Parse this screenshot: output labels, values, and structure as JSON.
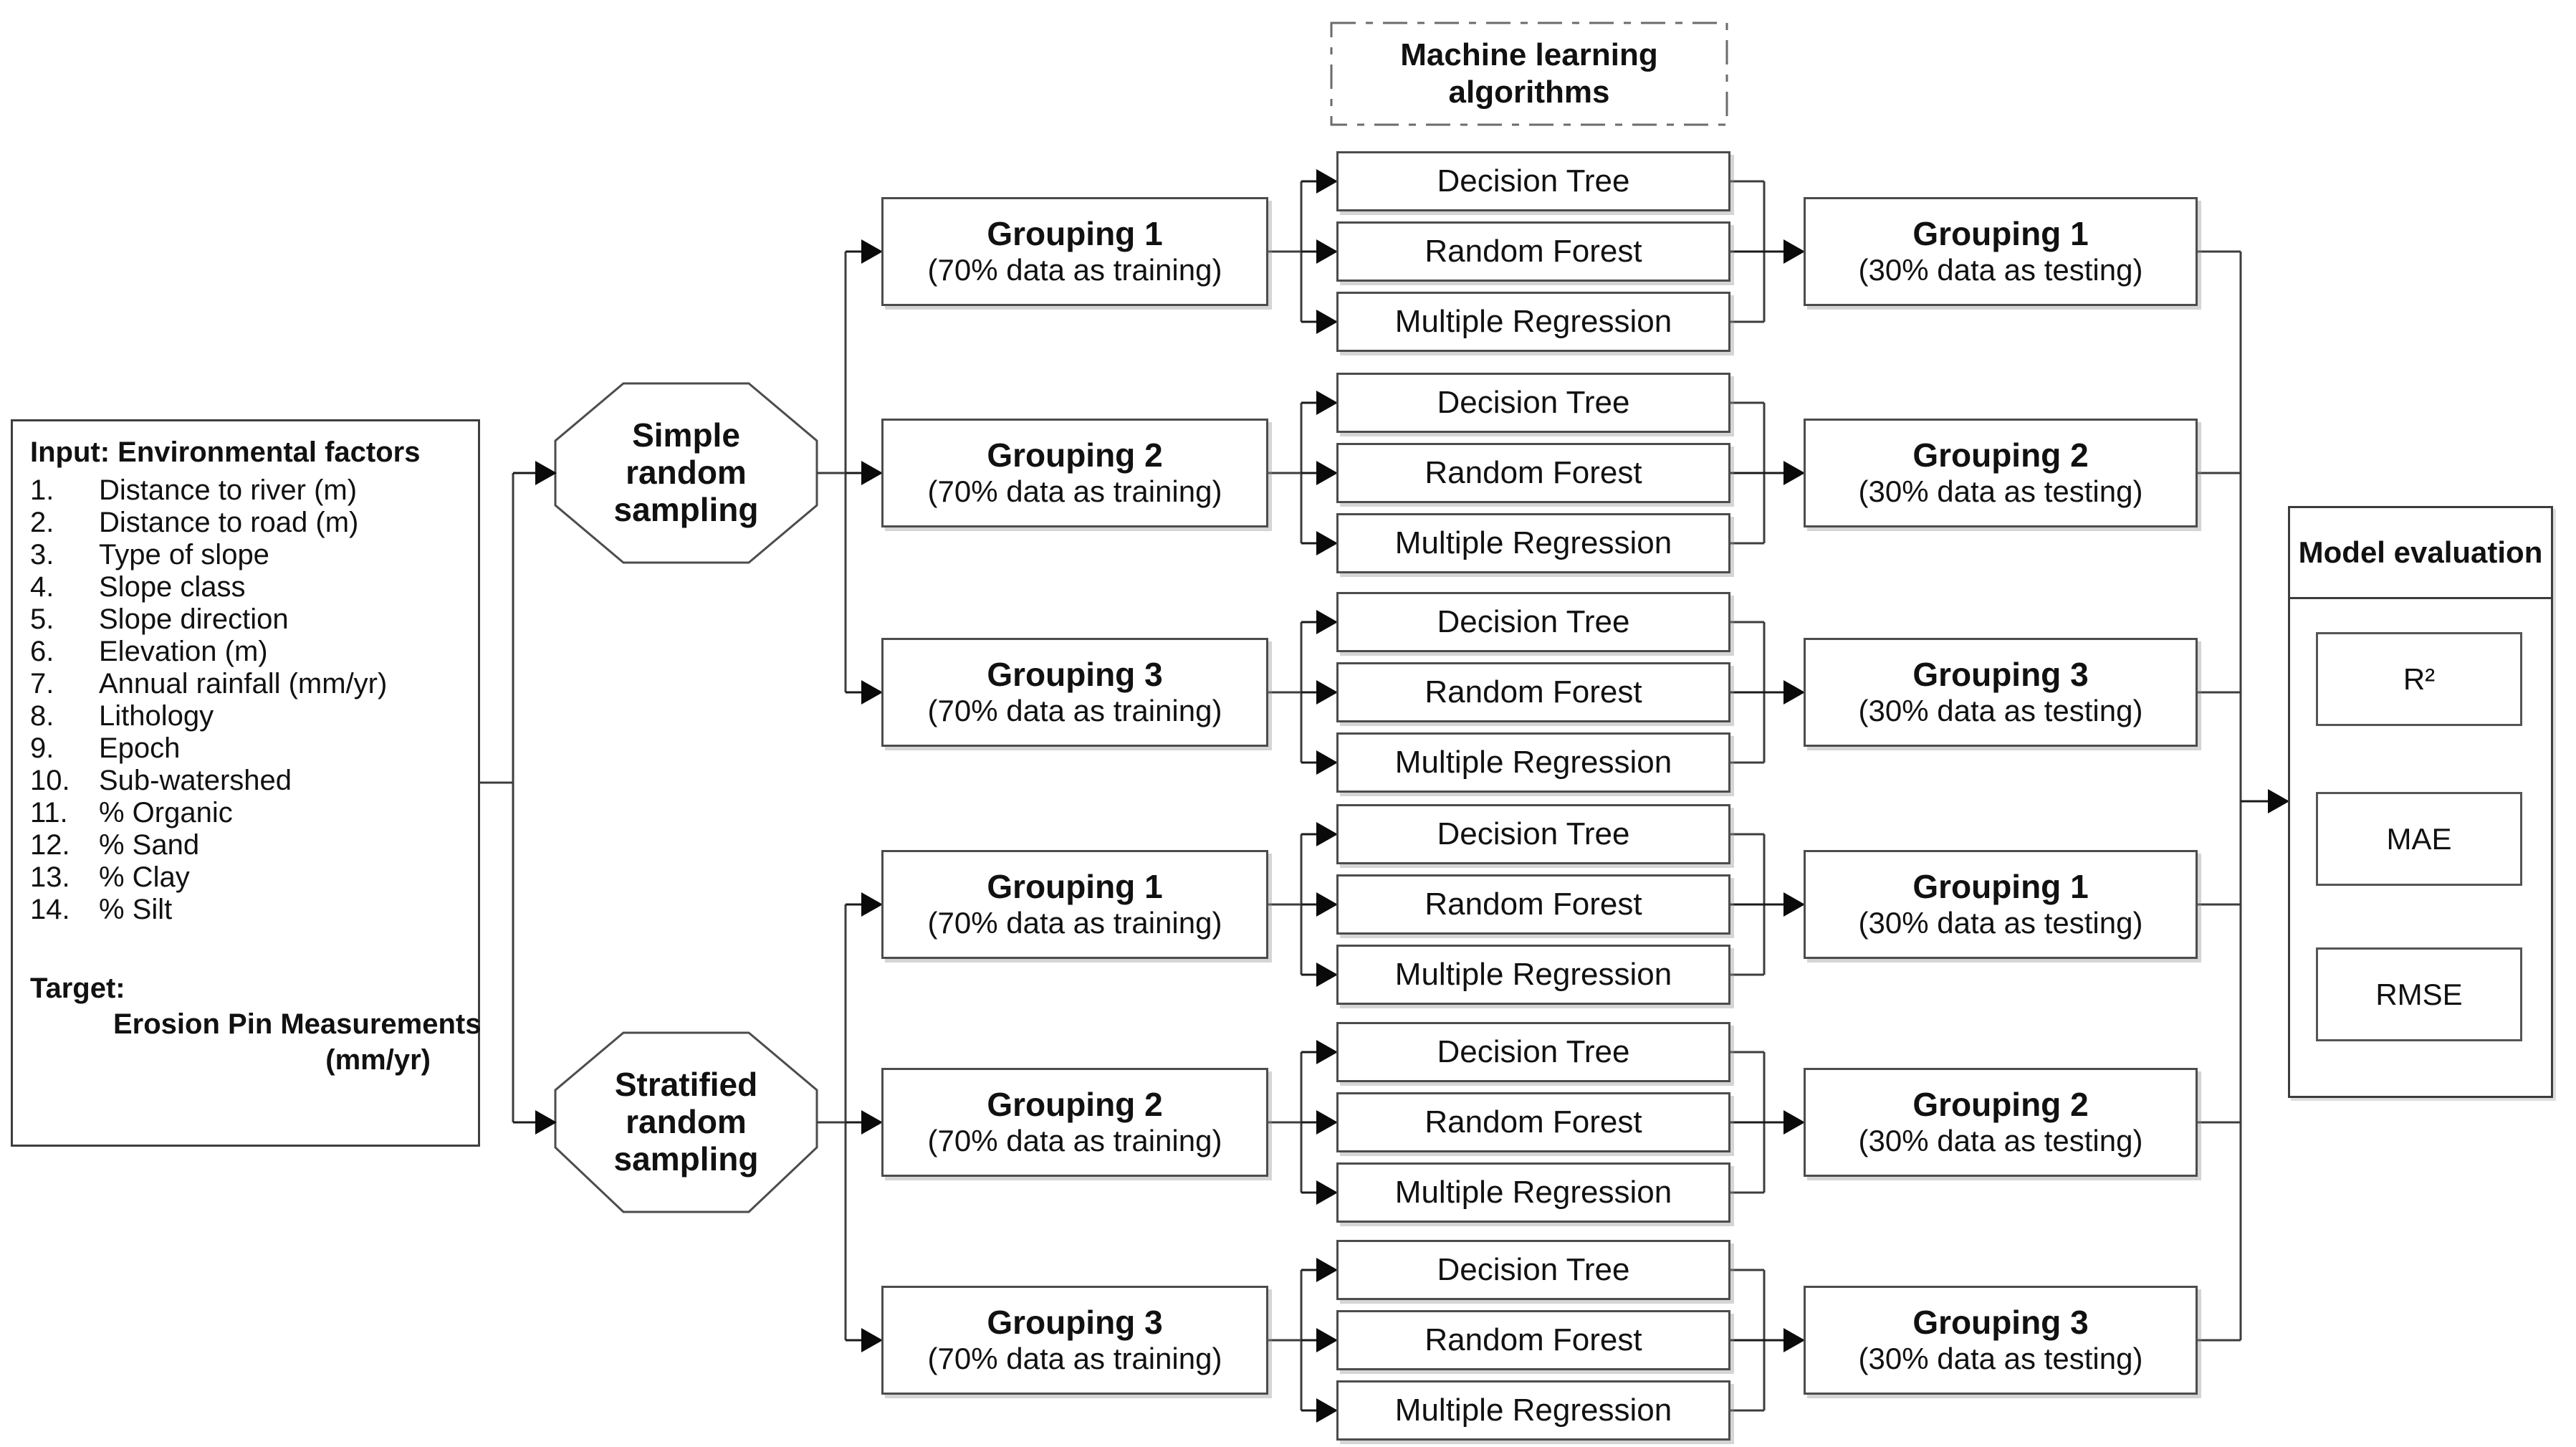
{
  "input_box": {
    "title": "Input: Environmental factors",
    "items": [
      {
        "num": "1.",
        "label": "Distance to river (m)"
      },
      {
        "num": "2.",
        "label": "Distance to road (m)"
      },
      {
        "num": "3.",
        "label": "Type of slope"
      },
      {
        "num": "4.",
        "label": "Slope class"
      },
      {
        "num": "5.",
        "label": "Slope direction"
      },
      {
        "num": "6.",
        "label": "Elevation (m)"
      },
      {
        "num": "7.",
        "label": "Annual rainfall (mm/yr)"
      },
      {
        "num": "8.",
        "label": "Lithology"
      },
      {
        "num": "9.",
        "label": "Epoch"
      },
      {
        "num": "10.",
        "label": "Sub-watershed"
      },
      {
        "num": "11.",
        "label": "% Organic"
      },
      {
        "num": "12.",
        "label": "% Sand"
      },
      {
        "num": "13.",
        "label": "% Clay"
      },
      {
        "num": "14.",
        "label": "% Silt"
      }
    ],
    "target_label": "Target:",
    "target_line1": "Erosion Pin Measurements",
    "target_line2": "(mm/yr)"
  },
  "sampling_octagons": [
    {
      "lines": [
        "Simple",
        "random",
        "sampling"
      ]
    },
    {
      "lines": [
        "Stratified",
        "random",
        "sampling"
      ]
    }
  ],
  "ml_header": {
    "lines": [
      "Machine learning",
      "algorithms"
    ]
  },
  "rows": [
    {
      "g70_title": "Grouping 1",
      "g70_sub": "(70% data as training)",
      "ml": [
        "Decision Tree",
        "Random Forest",
        "Multiple Regression"
      ],
      "g30_title": "Grouping 1",
      "g30_sub": "(30% data as testing)"
    },
    {
      "g70_title": "Grouping 2",
      "g70_sub": "(70% data as training)",
      "ml": [
        "Decision Tree",
        "Random Forest",
        "Multiple Regression"
      ],
      "g30_title": "Grouping 2",
      "g30_sub": "(30% data as testing)"
    },
    {
      "g70_title": "Grouping 3",
      "g70_sub": "(70% data as training)",
      "ml": [
        "Decision Tree",
        "Random Forest",
        "Multiple Regression"
      ],
      "g30_title": "Grouping 3",
      "g30_sub": "(30% data as testing)"
    },
    {
      "g70_title": "Grouping 1",
      "g70_sub": "(70% data as training)",
      "ml": [
        "Decision Tree",
        "Random Forest",
        "Multiple Regression"
      ],
      "g30_title": "Grouping 1",
      "g30_sub": "(30% data as testing)"
    },
    {
      "g70_title": "Grouping 2",
      "g70_sub": "(70% data as training)",
      "ml": [
        "Decision Tree",
        "Random Forest",
        "Multiple Regression"
      ],
      "g30_title": "Grouping 2",
      "g30_sub": "(30% data as testing)"
    },
    {
      "g70_title": "Grouping 3",
      "g70_sub": "(70% data as training)",
      "ml": [
        "Decision Tree",
        "Random Forest",
        "Multiple Regression"
      ],
      "g30_title": "Grouping 3",
      "g30_sub": "(30% data as testing)"
    }
  ],
  "evaluation": {
    "title": "Model evaluation",
    "metrics": [
      "R²",
      "MAE",
      "RMSE"
    ]
  },
  "colors": {
    "line": "#3d3d3d",
    "border": "#4c4c4c",
    "arrow": "#0a0a0a",
    "background": "#ffffff"
  }
}
